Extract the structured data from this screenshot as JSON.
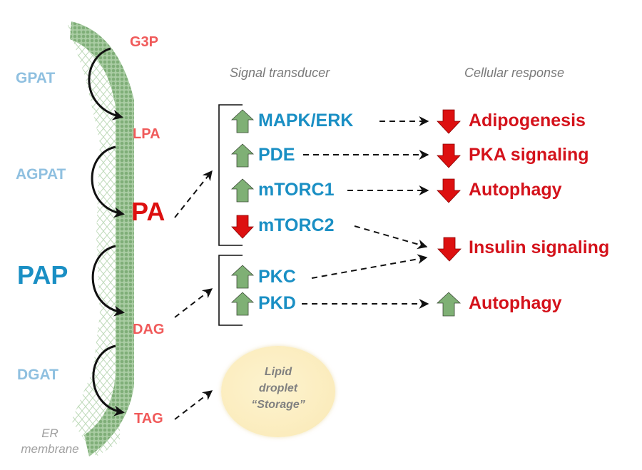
{
  "left_panel": {
    "enzymes": [
      {
        "label": "GPAT"
      },
      {
        "label": "AGPAT"
      },
      {
        "label": "PAP"
      },
      {
        "label": "DGAT"
      }
    ],
    "metabolites": [
      {
        "label": "G3P"
      },
      {
        "label": "LPA"
      },
      {
        "label": "PA"
      },
      {
        "label": "DAG"
      },
      {
        "label": "TAG"
      }
    ],
    "membrane_label_line1": "ER",
    "membrane_label_line2": "membrane"
  },
  "headers": {
    "signal_transducer": "Signal transducer",
    "cellular_response": "Cellular response"
  },
  "transducers": [
    {
      "label": "MAPK/ERK",
      "direction": "up"
    },
    {
      "label": "PDE",
      "direction": "up"
    },
    {
      "label": "mTORC1",
      "direction": "up"
    },
    {
      "label": "mTORC2",
      "direction": "down"
    },
    {
      "label": "PKC",
      "direction": "up"
    },
    {
      "label": "PKD",
      "direction": "up"
    }
  ],
  "responses": [
    {
      "label": "Adipogenesis",
      "direction": "down"
    },
    {
      "label": "PKA signaling",
      "direction": "down"
    },
    {
      "label": "Autophagy",
      "direction": "down"
    },
    {
      "label": "Insulin signaling",
      "direction": "down"
    },
    {
      "label": "Autophagy",
      "direction": "up"
    }
  ],
  "lipid_droplet": {
    "line1": "Lipid",
    "line2": "droplet",
    "line3": "“Storage”"
  },
  "colors": {
    "up_arrow": "#7fb075",
    "down_arrow": "#dd1010",
    "transducer_text": "#1a8fc4",
    "response_text": "#d4121b",
    "metabolite_text": "#f05a5a",
    "enzyme_text": "#8fc0e0",
    "membrane": "#8fbf8a"
  }
}
